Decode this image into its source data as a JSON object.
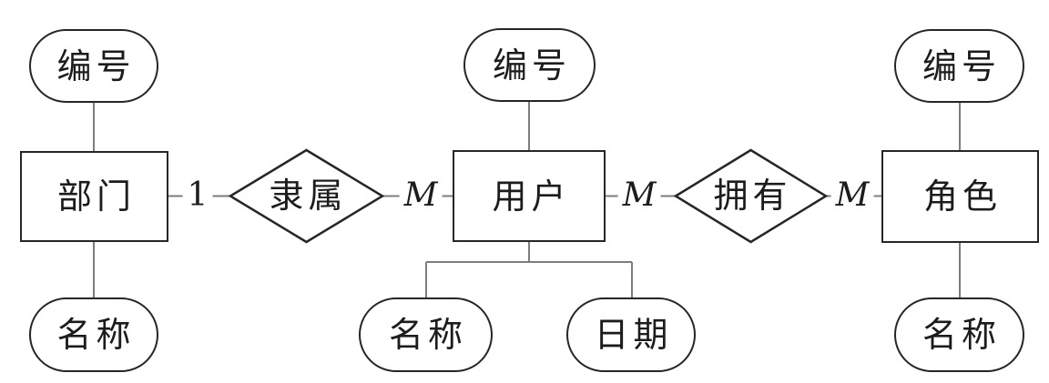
{
  "diagram": {
    "type": "entity-relationship",
    "language": "zh",
    "colors": {
      "background": "#ffffff",
      "shape_stroke": "#262626",
      "connector": "#7d7d7d",
      "text": "#1c1c1c"
    },
    "entities": {
      "department": {
        "label": "部门",
        "attr_top": "编号",
        "attr_bottom": "名称"
      },
      "user": {
        "label": "用户",
        "attr_top": "编号",
        "attr_bottom_left": "名称",
        "attr_bottom_right": "日期"
      },
      "role": {
        "label": "角色",
        "attr_top": "编号",
        "attr_bottom": "名称"
      }
    },
    "relationships": {
      "belongs": {
        "label": "隶属",
        "from": "部门",
        "to": "用户",
        "left_cardinality": "1",
        "right_cardinality": "M"
      },
      "owns": {
        "label": "拥有",
        "from": "用户",
        "to": "角色",
        "left_cardinality": "M",
        "right_cardinality": "M"
      }
    }
  }
}
